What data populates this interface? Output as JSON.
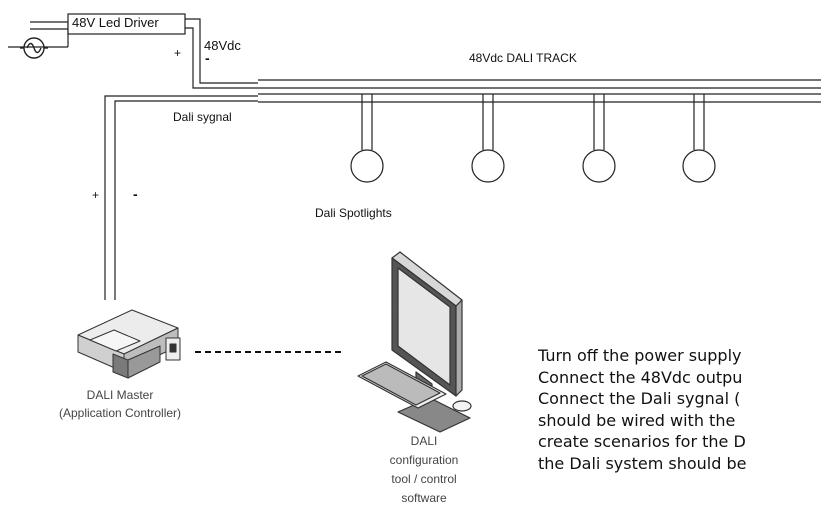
{
  "driver": {
    "label": "48V Led Driver",
    "output_label": "48Vdc",
    "plus": "+",
    "minus": "-"
  },
  "track": {
    "label": "48Vdc DALI TRACK",
    "signal_label": "Dali sygnal"
  },
  "master_lines": {
    "plus": "+",
    "minus": "-"
  },
  "spotlights": {
    "label": "Dali Spotlights",
    "count": 4
  },
  "master": {
    "line1": "DALI Master",
    "line2": "(Application Controller)"
  },
  "tool": {
    "lines": [
      "DALI",
      "configuration",
      "tool / control",
      "software"
    ]
  },
  "instructions": {
    "lines": [
      "Turn off the power supply",
      "Connect the 48Vdc outpu",
      "Connect the Dali sygnal (",
      "should be wired with the",
      "create scenarios for the D",
      "the Dali system should be"
    ]
  },
  "icons": {
    "ac_source": "ac-source-icon",
    "master": "dali-master-controller-icon",
    "computer": "desktop-computer-icon"
  }
}
